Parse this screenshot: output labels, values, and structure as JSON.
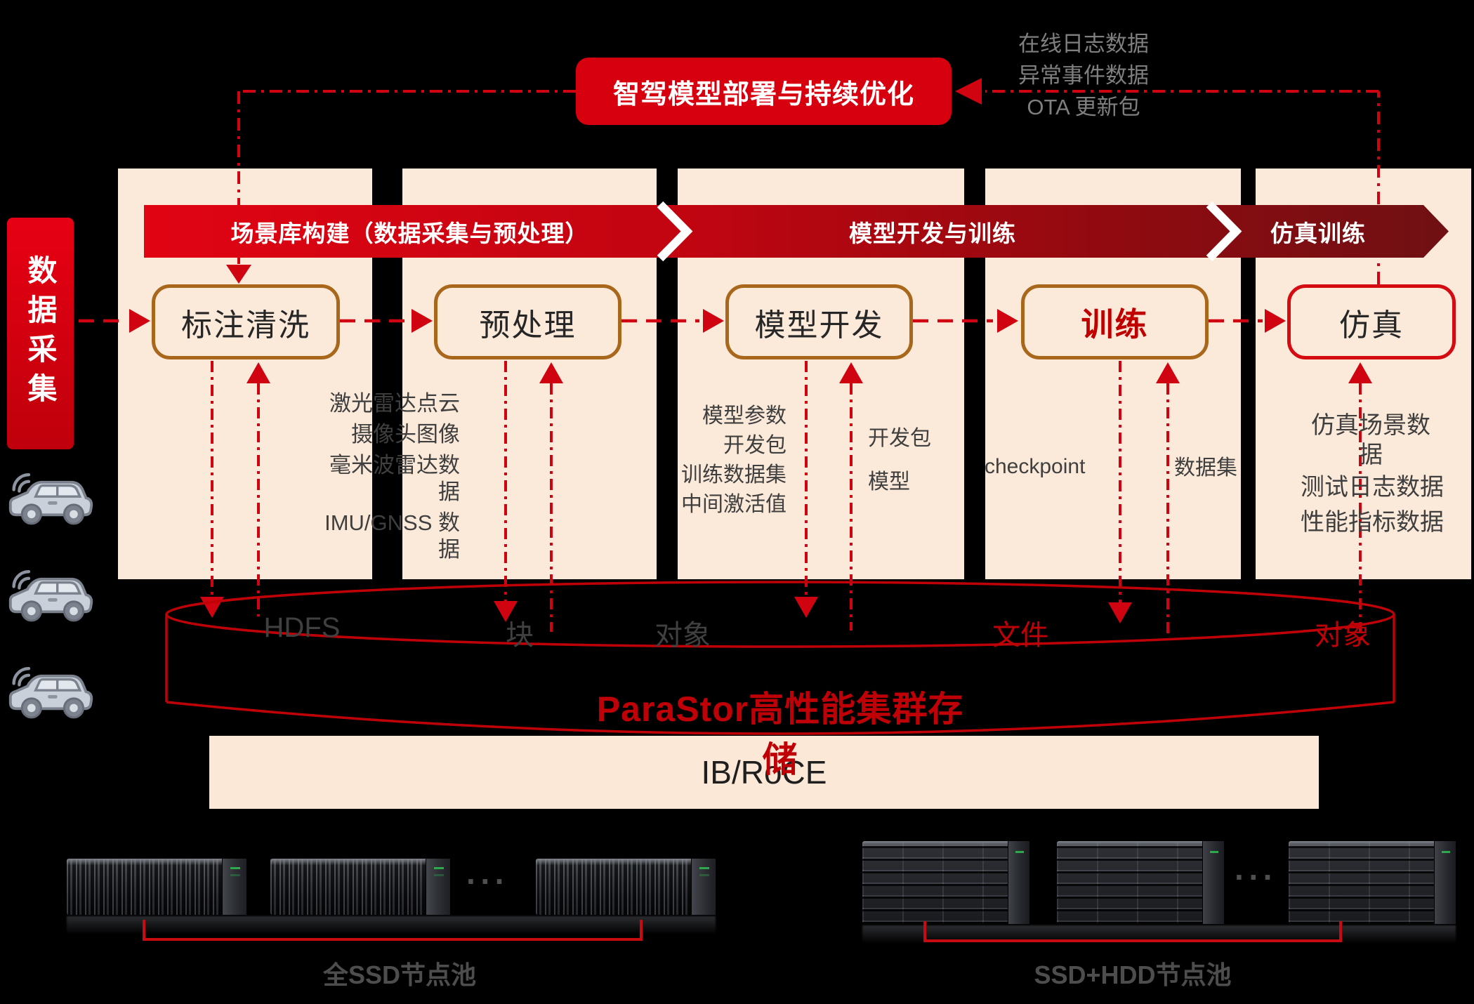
{
  "deploy_box": {
    "label": "智驾模型部署与持续优化"
  },
  "feedback_sources": [
    "在线日志数据",
    "异常事件数据",
    "OTA 更新包"
  ],
  "data_collection": {
    "label": "数据采集"
  },
  "banners": [
    {
      "label": "场景库构建（数据采集与预处理）"
    },
    {
      "label": "模型开发与训练"
    },
    {
      "label": "仿真训练"
    }
  ],
  "stages": [
    {
      "name": "标注清洗"
    },
    {
      "name": "预处理",
      "store_labels": [
        "激光雷达点云",
        "摄像头图像",
        "毫米波雷达数据",
        "IMU/GNSS 数据"
      ]
    },
    {
      "name": "模型开发",
      "store_labels": [
        "模型参数",
        "开发包",
        "训练数据集",
        "中间激活值"
      ],
      "load_labels": [
        "开发包",
        "模型"
      ]
    },
    {
      "name": "训练",
      "store_labels": [
        "checkpoint"
      ],
      "load_labels": [
        "数据集"
      ]
    },
    {
      "name": "仿真",
      "load_labels": [
        "仿真场景数据",
        "测试日志数据",
        "性能指标数据"
      ]
    }
  ],
  "storage": {
    "title": "ParaStor高性能集群存储",
    "protocols": [
      "HDFS",
      "块",
      "对象",
      "文件",
      "对象"
    ]
  },
  "network": {
    "label": "IB/RoCE"
  },
  "node_pools": [
    {
      "label": "全SSD节点池",
      "ellipsis": "···"
    },
    {
      "label": "SSD+HDD节点池",
      "ellipsis": "···"
    }
  ],
  "colors": {
    "accent_red": "#d7000f",
    "line_red": "#cf0410",
    "storage_red": "#c00007",
    "banner_gradient_start": "#e10413",
    "banner_gradient_end": "#6f1013",
    "box_border_brown": "#a8671b",
    "panel_beige": "#fbe9d9",
    "feedback_grey": "#7f7f7f",
    "label_grey": "#3f3f3f"
  }
}
